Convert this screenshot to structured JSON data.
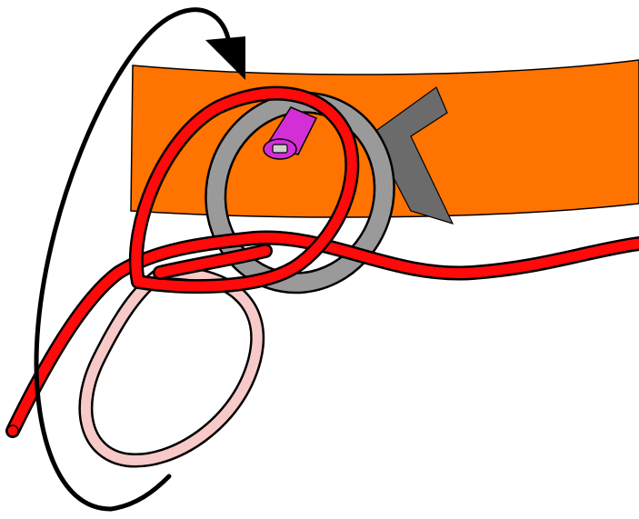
{
  "diagram": {
    "kind": "knot-tying-step-illustration",
    "elements": [
      {
        "name": "strap",
        "color": "#ff7300"
      },
      {
        "name": "grommet-ring",
        "color": "#9a9a9a"
      },
      {
        "name": "grommet-tab",
        "color": "#6b6b6b"
      },
      {
        "name": "pin",
        "color": "#d42fd6"
      },
      {
        "name": "rope-working",
        "color": "#ff0a0a"
      },
      {
        "name": "rope-underside-loop",
        "color": "#f7c9c9"
      },
      {
        "name": "direction-arrow",
        "color": "#000000"
      }
    ],
    "colors": {
      "background": "#ffffff",
      "outline": "#000000",
      "strap": "#ff7300",
      "ring": "#9a9a9a",
      "tab": "#6b6b6b",
      "pin": "#d42fd6",
      "rope": "#ff0a0a",
      "rope_faded": "#f7c9c9"
    },
    "icons": [
      "curved-arrow-icon"
    ]
  }
}
